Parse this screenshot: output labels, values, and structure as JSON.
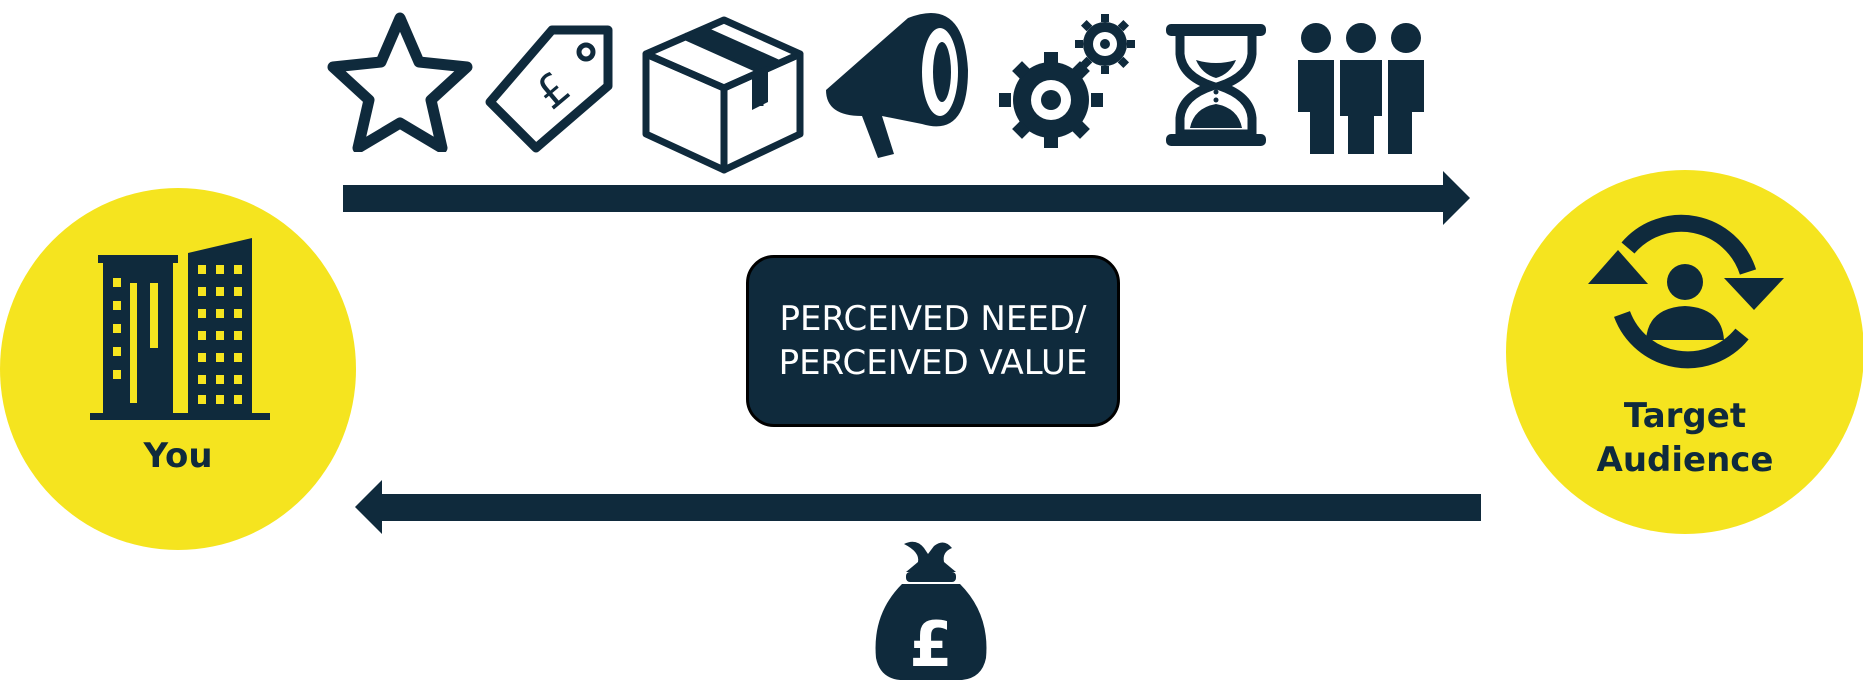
{
  "you": {
    "label": "You"
  },
  "audience": {
    "label_line1": "Target",
    "label_line2": "Audience"
  },
  "center": {
    "line1": "PERCEIVED NEED/",
    "line2": "PERCEIVED VALUE"
  },
  "colors": {
    "navy": "#0f2a3c",
    "yellow": "#f5e41f",
    "white": "#ffffff"
  },
  "icons_top": [
    "star-icon",
    "price-tag-pound-icon",
    "box-icon",
    "megaphone-icon",
    "gears-icon",
    "hourglass-icon",
    "people-icon"
  ],
  "icons_bottom": [
    "money-bag-pound-icon"
  ],
  "icons_circles": [
    "buildings-icon",
    "user-refresh-icon"
  ]
}
